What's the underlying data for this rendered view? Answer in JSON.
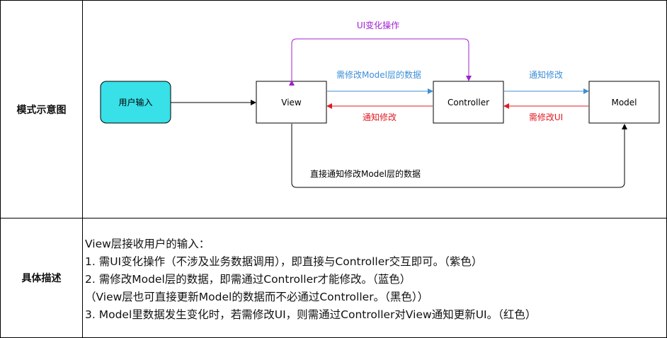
{
  "table": {
    "row1_label": "模式示意图",
    "row2_label": "具体描述"
  },
  "diagram": {
    "nodes": {
      "user_input": "用户输入",
      "view": "View",
      "controller": "Controller",
      "model": "Model"
    },
    "edges": {
      "ui_change": "UI变化操作",
      "view_to_controller": "需修改Model层的数据",
      "controller_to_view": "通知修改",
      "controller_to_model": "通知修改",
      "model_to_controller": "需修改UI",
      "view_to_model_direct": "直接通知修改Model层的数据"
    },
    "colors": {
      "purple": "#a020d0",
      "blue": "#3d8fd6",
      "red": "#e01b24",
      "black": "#000000",
      "user_input_fill": "#38e0e8"
    }
  },
  "description": {
    "lines": [
      "View层接收用户的输入：",
      "1. 需UI变化操作（不涉及业务数据调用），即直接与Controller交互即可。（紫色）",
      "2. 需修改Model层的数据，即需通过Controller才能修改。（蓝色）",
      "（View层也可直接更新Model的数据而不必通过Controller。（黑色））",
      "3. Model里数据发生变化时，若需修改UI，则需通过Controller对View通知更新UI。（红色）"
    ]
  }
}
